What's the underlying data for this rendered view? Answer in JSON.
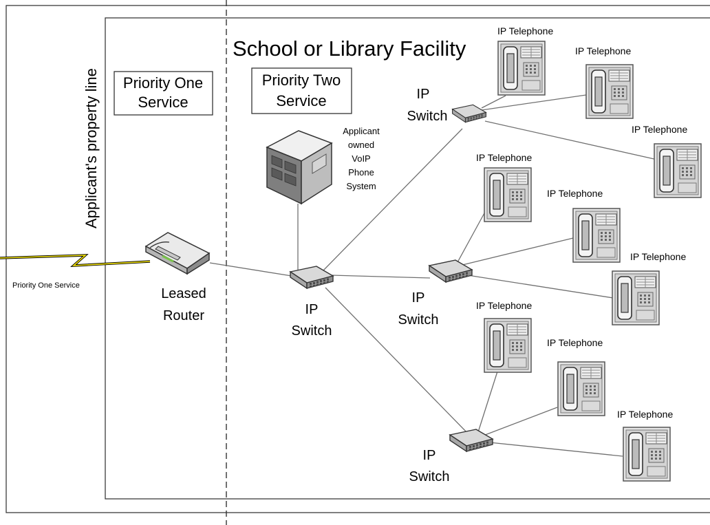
{
  "labels": {
    "property_line": "Applicant's property line",
    "facility": "School or Library Facility",
    "priority_one_box": [
      "Priority One",
      "Service"
    ],
    "priority_two_box": [
      "Priority Two",
      "Service"
    ],
    "priority_one_link": "Priority One Service",
    "router": [
      "Leased",
      "Router"
    ],
    "voip_system": [
      "Applicant",
      "owned",
      "VoIP",
      "Phone",
      "System"
    ],
    "switch": [
      "IP",
      "Switch"
    ],
    "telephone": "IP Telephone"
  },
  "colors": {
    "frame": "#3a3a3a",
    "link": "#6f6f6f",
    "lightning": "#f5e400",
    "device_light": "#e8e8e8",
    "device_mid": "#bdbdbd",
    "device_dark": "#8a8a8a",
    "router_led": "#79c24a"
  },
  "icons": {
    "switch": "network-switch-icon",
    "telephone": "ip-telephone-icon",
    "router": "router-icon",
    "server": "server-icon",
    "wan": "lightning-bolt-icon"
  }
}
